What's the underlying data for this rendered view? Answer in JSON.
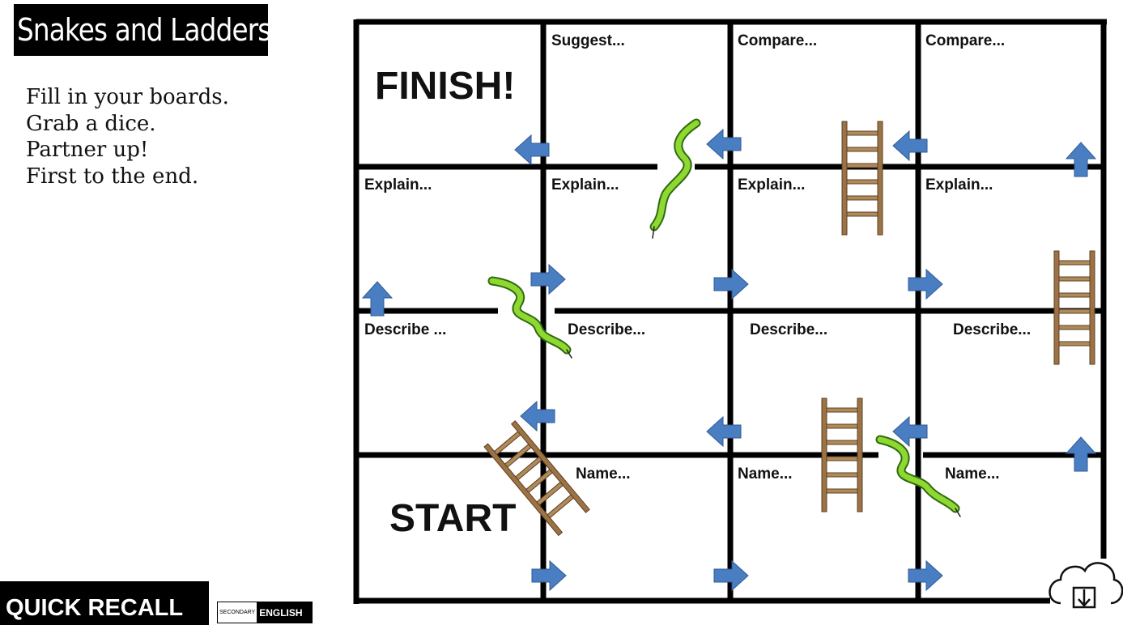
{
  "slide": {
    "title": "Snakes and Ladders",
    "instructions": [
      "Fill in your boards.",
      "Grab a dice.",
      "Partner up!",
      "First to the end."
    ],
    "footer_label": "QUICK RECALL",
    "brand_small": "SECONDARY",
    "brand_bold": "ENGLISH"
  },
  "board": {
    "row1": {
      "finish": "FINISH!",
      "c2": "Suggest...",
      "c3": "Compare...",
      "c4": "Compare..."
    },
    "row2": {
      "c1": "Explain...",
      "c2": "Explain...",
      "c3": "Explain...",
      "c4": "Explain..."
    },
    "row3": {
      "c1": "Describe ...",
      "c2": "Describe...",
      "c3": "Describe...",
      "c4": "Describe..."
    },
    "row4": {
      "start": "START",
      "c2": "Name...",
      "c3": "Name...",
      "c4": "Name..."
    }
  },
  "colors": {
    "arrow": "#4a7ec2",
    "ladder": "#9c7346",
    "snake": "#7ccf2a"
  },
  "icons": [
    "arrow-icon",
    "ladder-icon",
    "snake-icon",
    "cloud-download-icon"
  ]
}
